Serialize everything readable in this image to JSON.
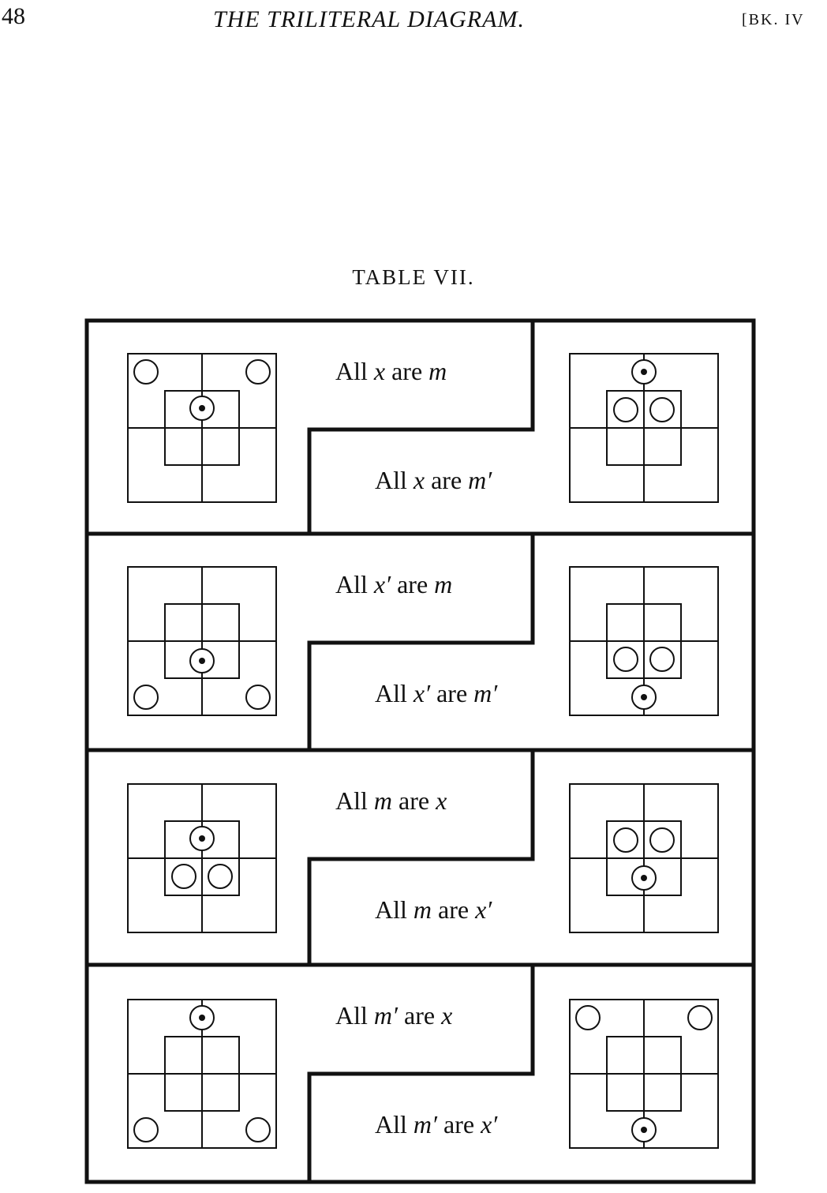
{
  "header": {
    "page_number": "48",
    "running_title": "THE TRILITERAL DIAGRAM.",
    "section_ref": "[BK. IV"
  },
  "table_title": "TABLE VII.",
  "rows": [
    {
      "upper": {
        "prefix": "All ",
        "subject": "x",
        "copula": " are ",
        "predicate": "m"
      },
      "lower": {
        "prefix": "All ",
        "subject": "x",
        "copula": " are ",
        "predicate": "m′"
      },
      "left_diagram": {
        "empty_marks": [
          "top-left",
          "top-right"
        ],
        "full_marks": [
          "center-top"
        ]
      },
      "right_diagram": {
        "empty_marks": [
          "inner-top-left",
          "inner-top-right"
        ],
        "full_marks": [
          "top-edge"
        ]
      }
    },
    {
      "upper": {
        "prefix": "All ",
        "subject": "x′",
        "copula": " are ",
        "predicate": "m"
      },
      "lower": {
        "prefix": "All ",
        "subject": "x′",
        "copula": " are ",
        "predicate": "m′"
      },
      "left_diagram": {
        "empty_marks": [
          "bottom-left",
          "bottom-right"
        ],
        "full_marks": [
          "center-bottom"
        ]
      },
      "right_diagram": {
        "empty_marks": [
          "inner-bottom-left",
          "inner-bottom-right"
        ],
        "full_marks": [
          "bottom-edge"
        ]
      }
    },
    {
      "upper": {
        "prefix": "All ",
        "subject": "m",
        "copula": " are ",
        "predicate": "x"
      },
      "lower": {
        "prefix": "All ",
        "subject": "m",
        "copula": " are ",
        "predicate": "x′"
      },
      "left_diagram": {
        "empty_marks": [
          "inner-bottom-left",
          "inner-bottom-right"
        ],
        "full_marks": [
          "center-top"
        ]
      },
      "right_diagram": {
        "empty_marks": [
          "inner-top-left",
          "inner-top-right"
        ],
        "full_marks": [
          "center-bottom"
        ]
      }
    },
    {
      "upper": {
        "prefix": "All ",
        "subject": "m′",
        "copula": " are ",
        "predicate": "x"
      },
      "lower": {
        "prefix": "All ",
        "subject": "m′",
        "copula": " are ",
        "predicate": "x′"
      },
      "left_diagram": {
        "empty_marks": [
          "bottom-left",
          "bottom-right"
        ],
        "full_marks": [
          "top-edge"
        ]
      },
      "right_diagram": {
        "empty_marks": [
          "top-left",
          "top-right"
        ],
        "full_marks": [
          "bottom-edge"
        ]
      }
    }
  ]
}
